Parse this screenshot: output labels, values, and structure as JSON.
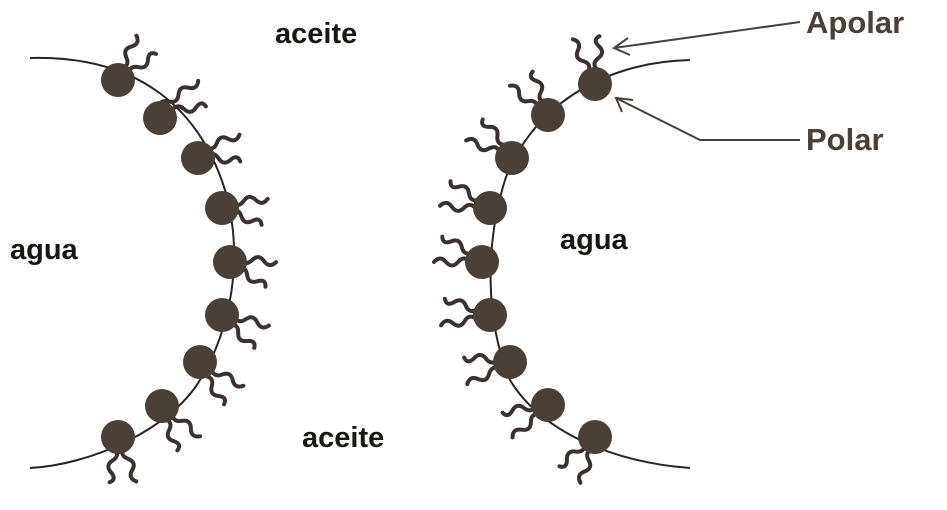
{
  "labels": {
    "aceite_top": "aceite",
    "aceite_bottom": "aceite",
    "agua_left": "agua",
    "agua_right": "agua",
    "apolar": "Apolar",
    "polar": "Polar"
  },
  "colors": {
    "head": "#4a403a",
    "tail": "#3a3230",
    "line": "#2a2422",
    "text": "#1a1614",
    "callout": "#4a403a"
  }
}
